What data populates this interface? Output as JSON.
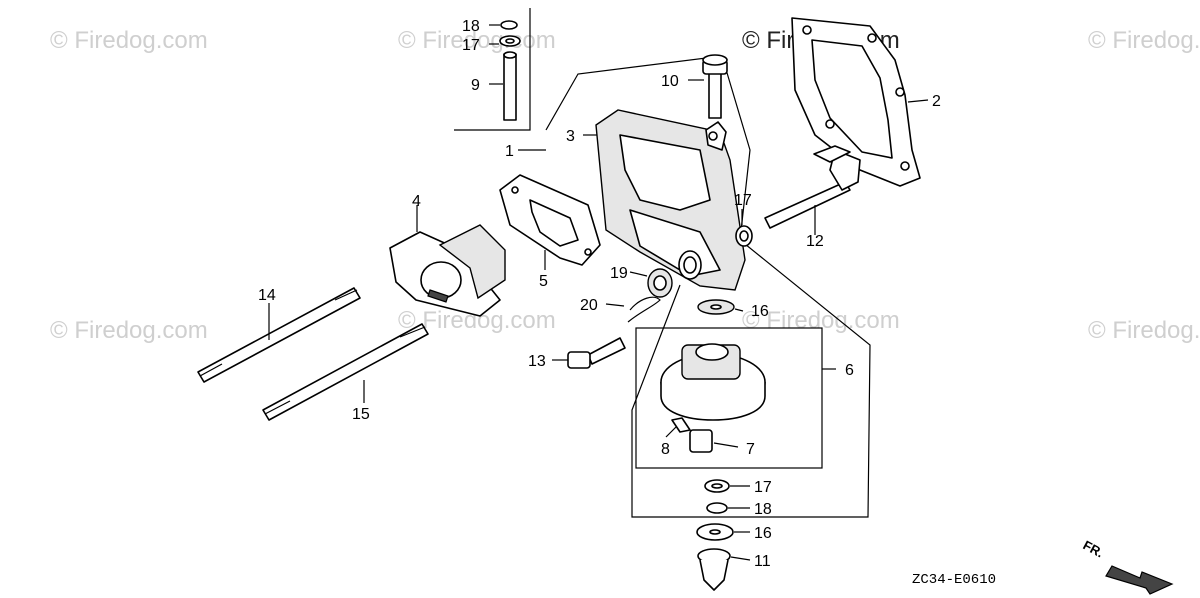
{
  "watermark": {
    "text": "Firedog.com",
    "copyright": "©"
  },
  "callouts": [
    {
      "id": "c18a",
      "label": "18"
    },
    {
      "id": "c17a",
      "label": "17"
    },
    {
      "id": "c9",
      "label": "9"
    },
    {
      "id": "c10",
      "label": "10"
    },
    {
      "id": "c2",
      "label": "2"
    },
    {
      "id": "c3",
      "label": "3"
    },
    {
      "id": "c1",
      "label": "1"
    },
    {
      "id": "c4",
      "label": "4"
    },
    {
      "id": "c17b",
      "label": "17"
    },
    {
      "id": "c12",
      "label": "12"
    },
    {
      "id": "c5",
      "label": "5"
    },
    {
      "id": "c19",
      "label": "19"
    },
    {
      "id": "c14",
      "label": "14"
    },
    {
      "id": "c20",
      "label": "20"
    },
    {
      "id": "c16a",
      "label": "16"
    },
    {
      "id": "c6",
      "label": "6"
    },
    {
      "id": "c13",
      "label": "13"
    },
    {
      "id": "c15",
      "label": "15"
    },
    {
      "id": "c8",
      "label": "8"
    },
    {
      "id": "c7",
      "label": "7"
    },
    {
      "id": "c17c",
      "label": "17"
    },
    {
      "id": "c18b",
      "label": "18"
    },
    {
      "id": "c16b",
      "label": "16"
    },
    {
      "id": "c11",
      "label": "11"
    }
  ],
  "diagram_code": "ZC34-E0610",
  "direction_label": "FR."
}
